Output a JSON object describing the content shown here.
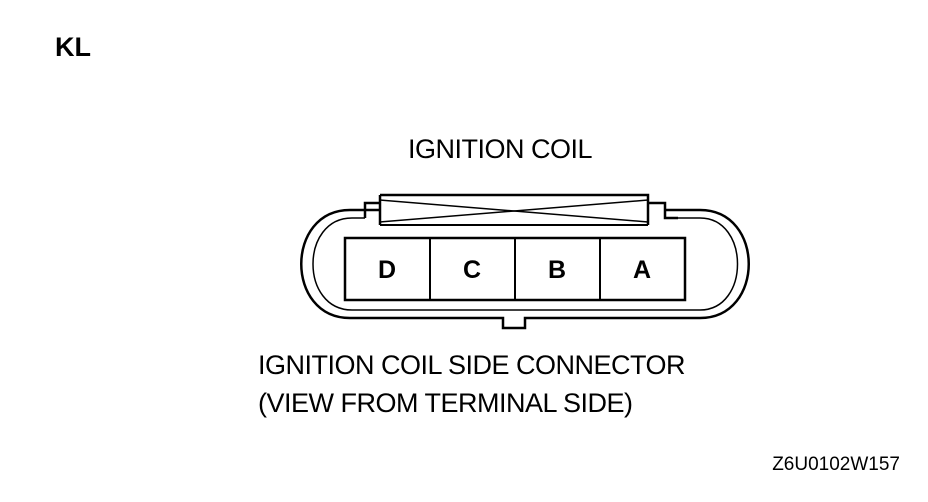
{
  "model_code": "KL",
  "component_title": "IGNITION COIL",
  "connector": {
    "pins": [
      "D",
      "C",
      "B",
      "A"
    ]
  },
  "caption": {
    "line1": "IGNITION COIL SIDE CONNECTOR",
    "line2": "(VIEW FROM TERMINAL SIDE)"
  },
  "figure_code": "Z6U0102W157"
}
